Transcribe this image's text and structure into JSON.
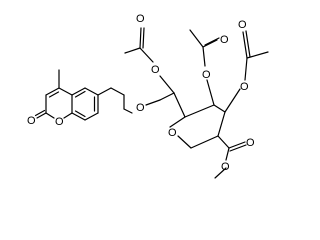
{
  "molecule": {
    "atom_labels": {
      "ring_o": "O",
      "carbonyl_o": "O",
      "ether_o": "O",
      "pyran_o": "O",
      "ac1_o": "O",
      "ac1_carbonyl_o": "O",
      "ac2_o": "O",
      "ac2_carbonyl_o": "O",
      "ac3_o": "O",
      "ac3_carbonyl_o": "O",
      "ester_carbonyl_o": "O",
      "ester_o": "O"
    }
  }
}
